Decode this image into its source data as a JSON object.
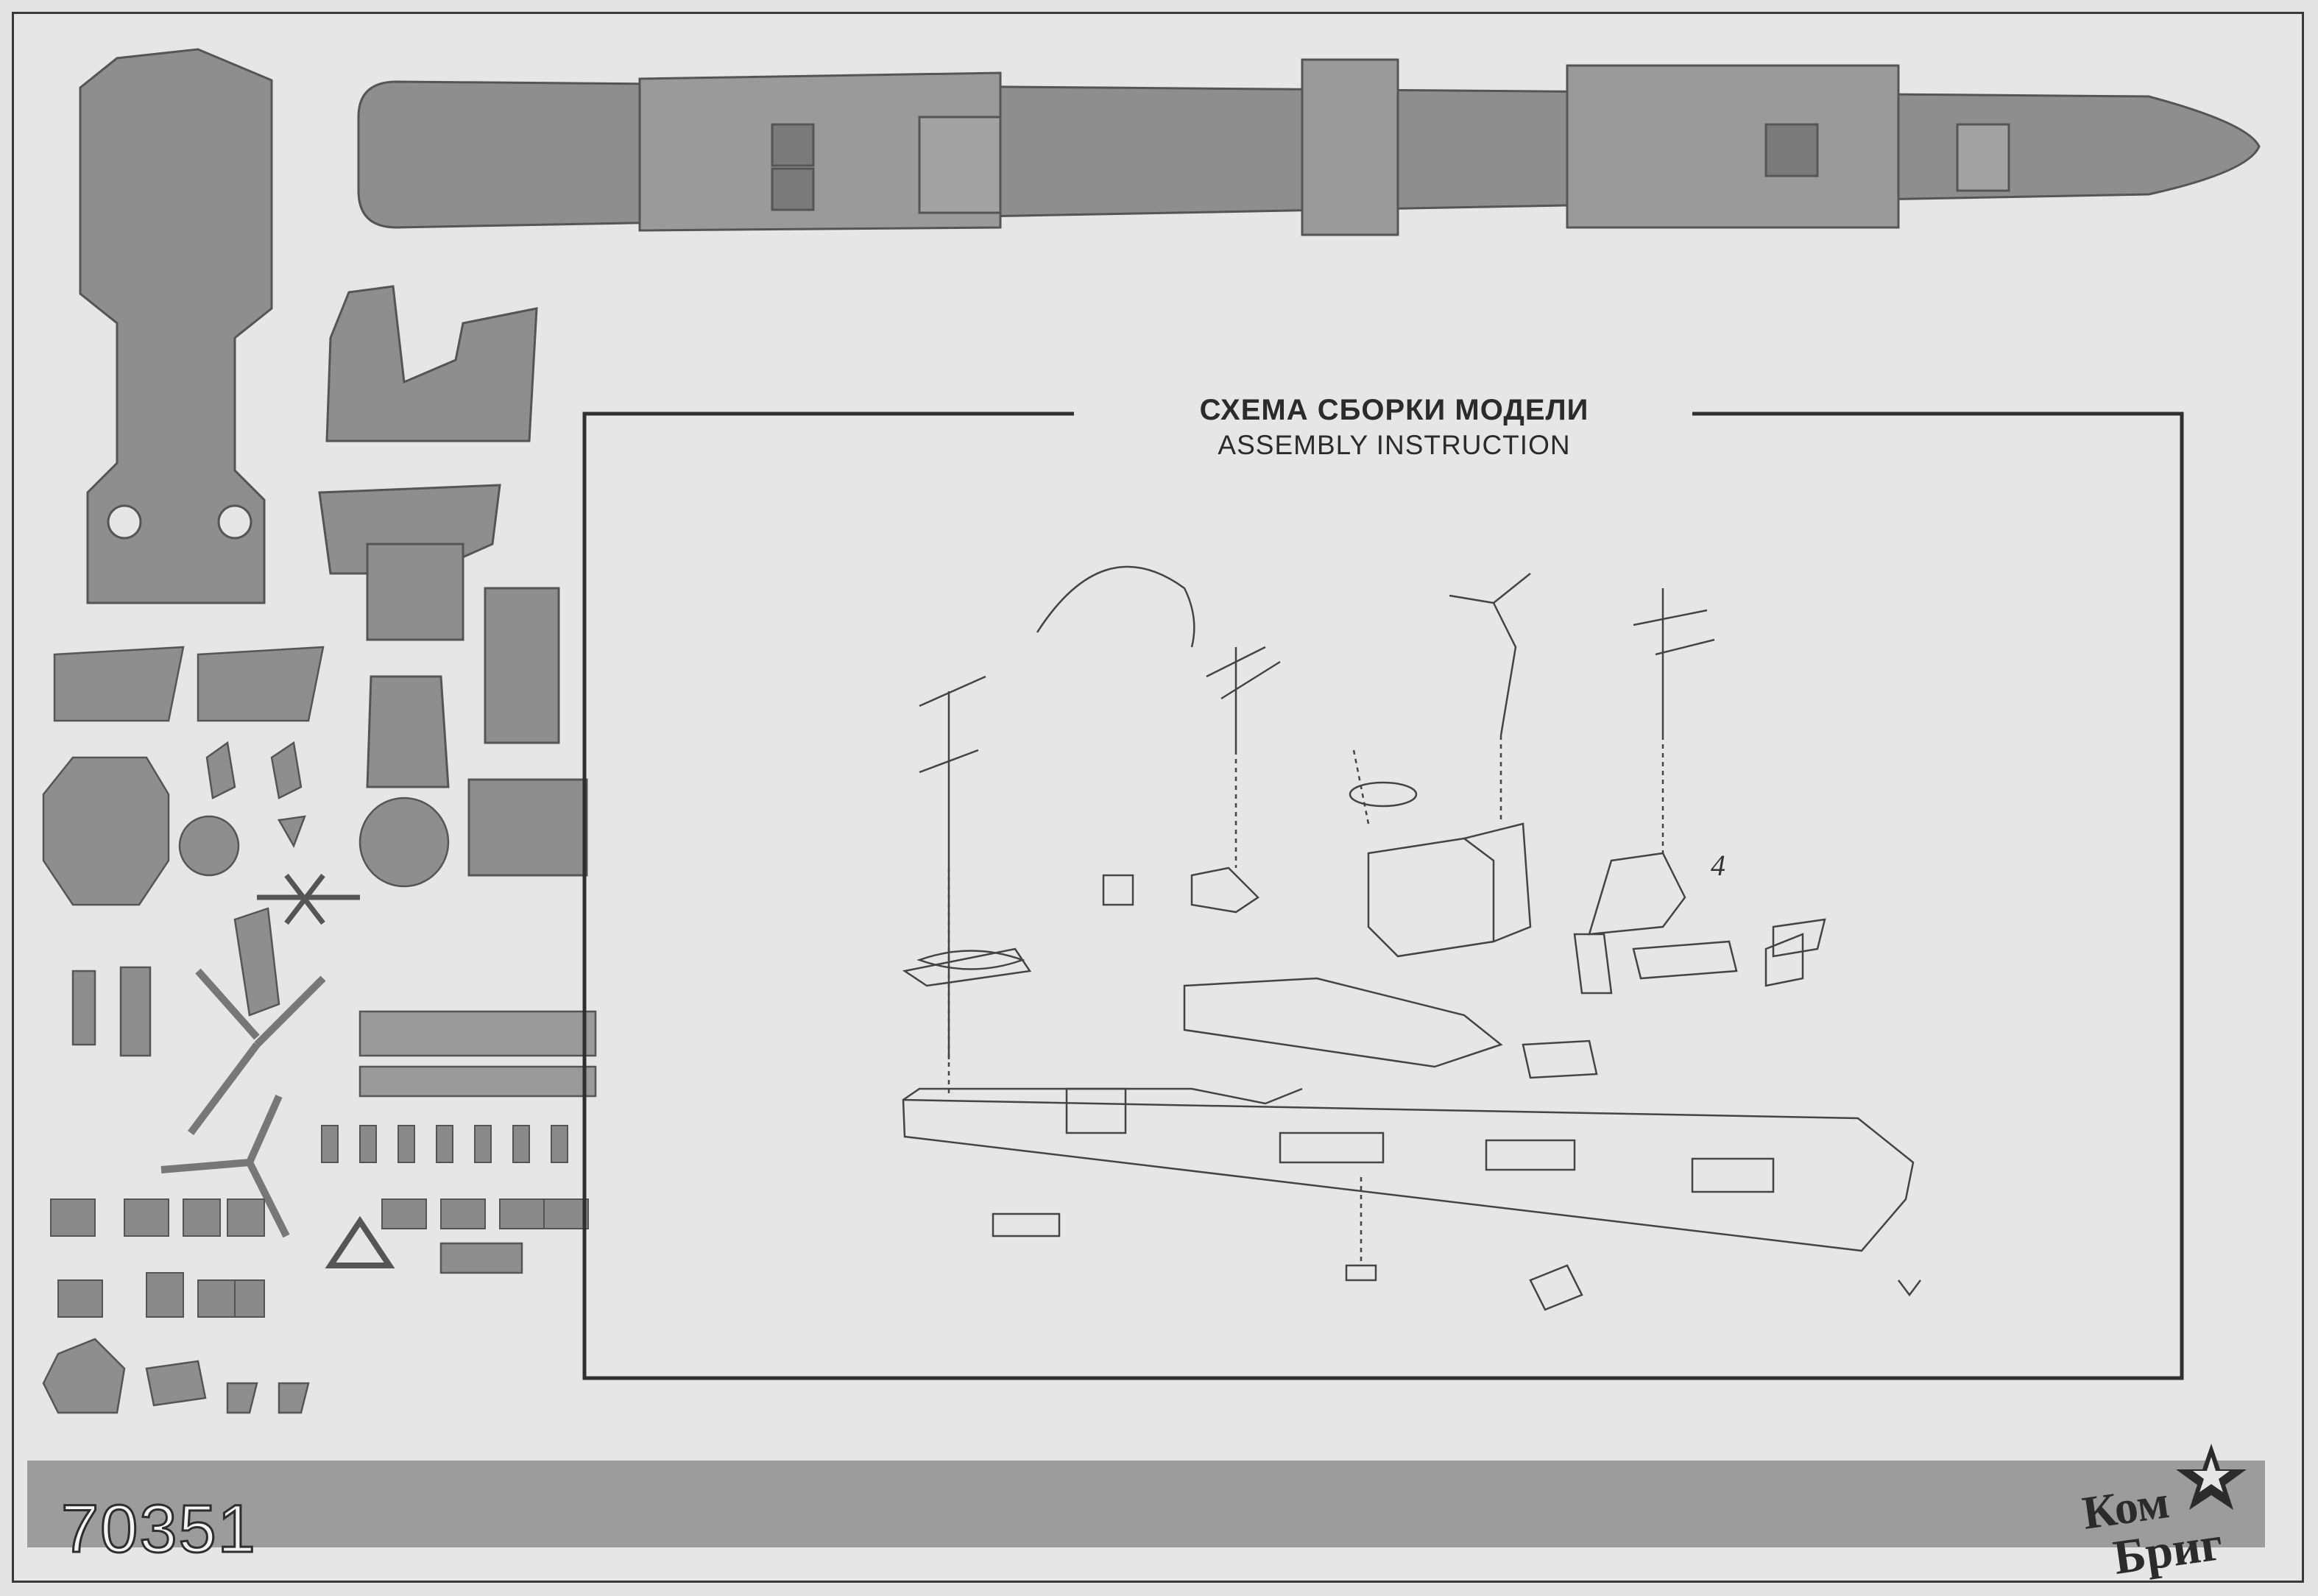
{
  "heading": {
    "title_ru": "СХЕМА СБОРКИ МОДЕЛИ",
    "title_en": "ASSEMBLY INSTRUCTION"
  },
  "kit_number": "70351",
  "logo": {
    "line1": "Ком",
    "line2": "Бриг",
    "mark": "star-icon"
  },
  "callout": "4",
  "colors": {
    "paper": "#e6e6e6",
    "part": "#8e8e8e",
    "band": "#9c9c9c",
    "ink": "#2b2b2b"
  }
}
